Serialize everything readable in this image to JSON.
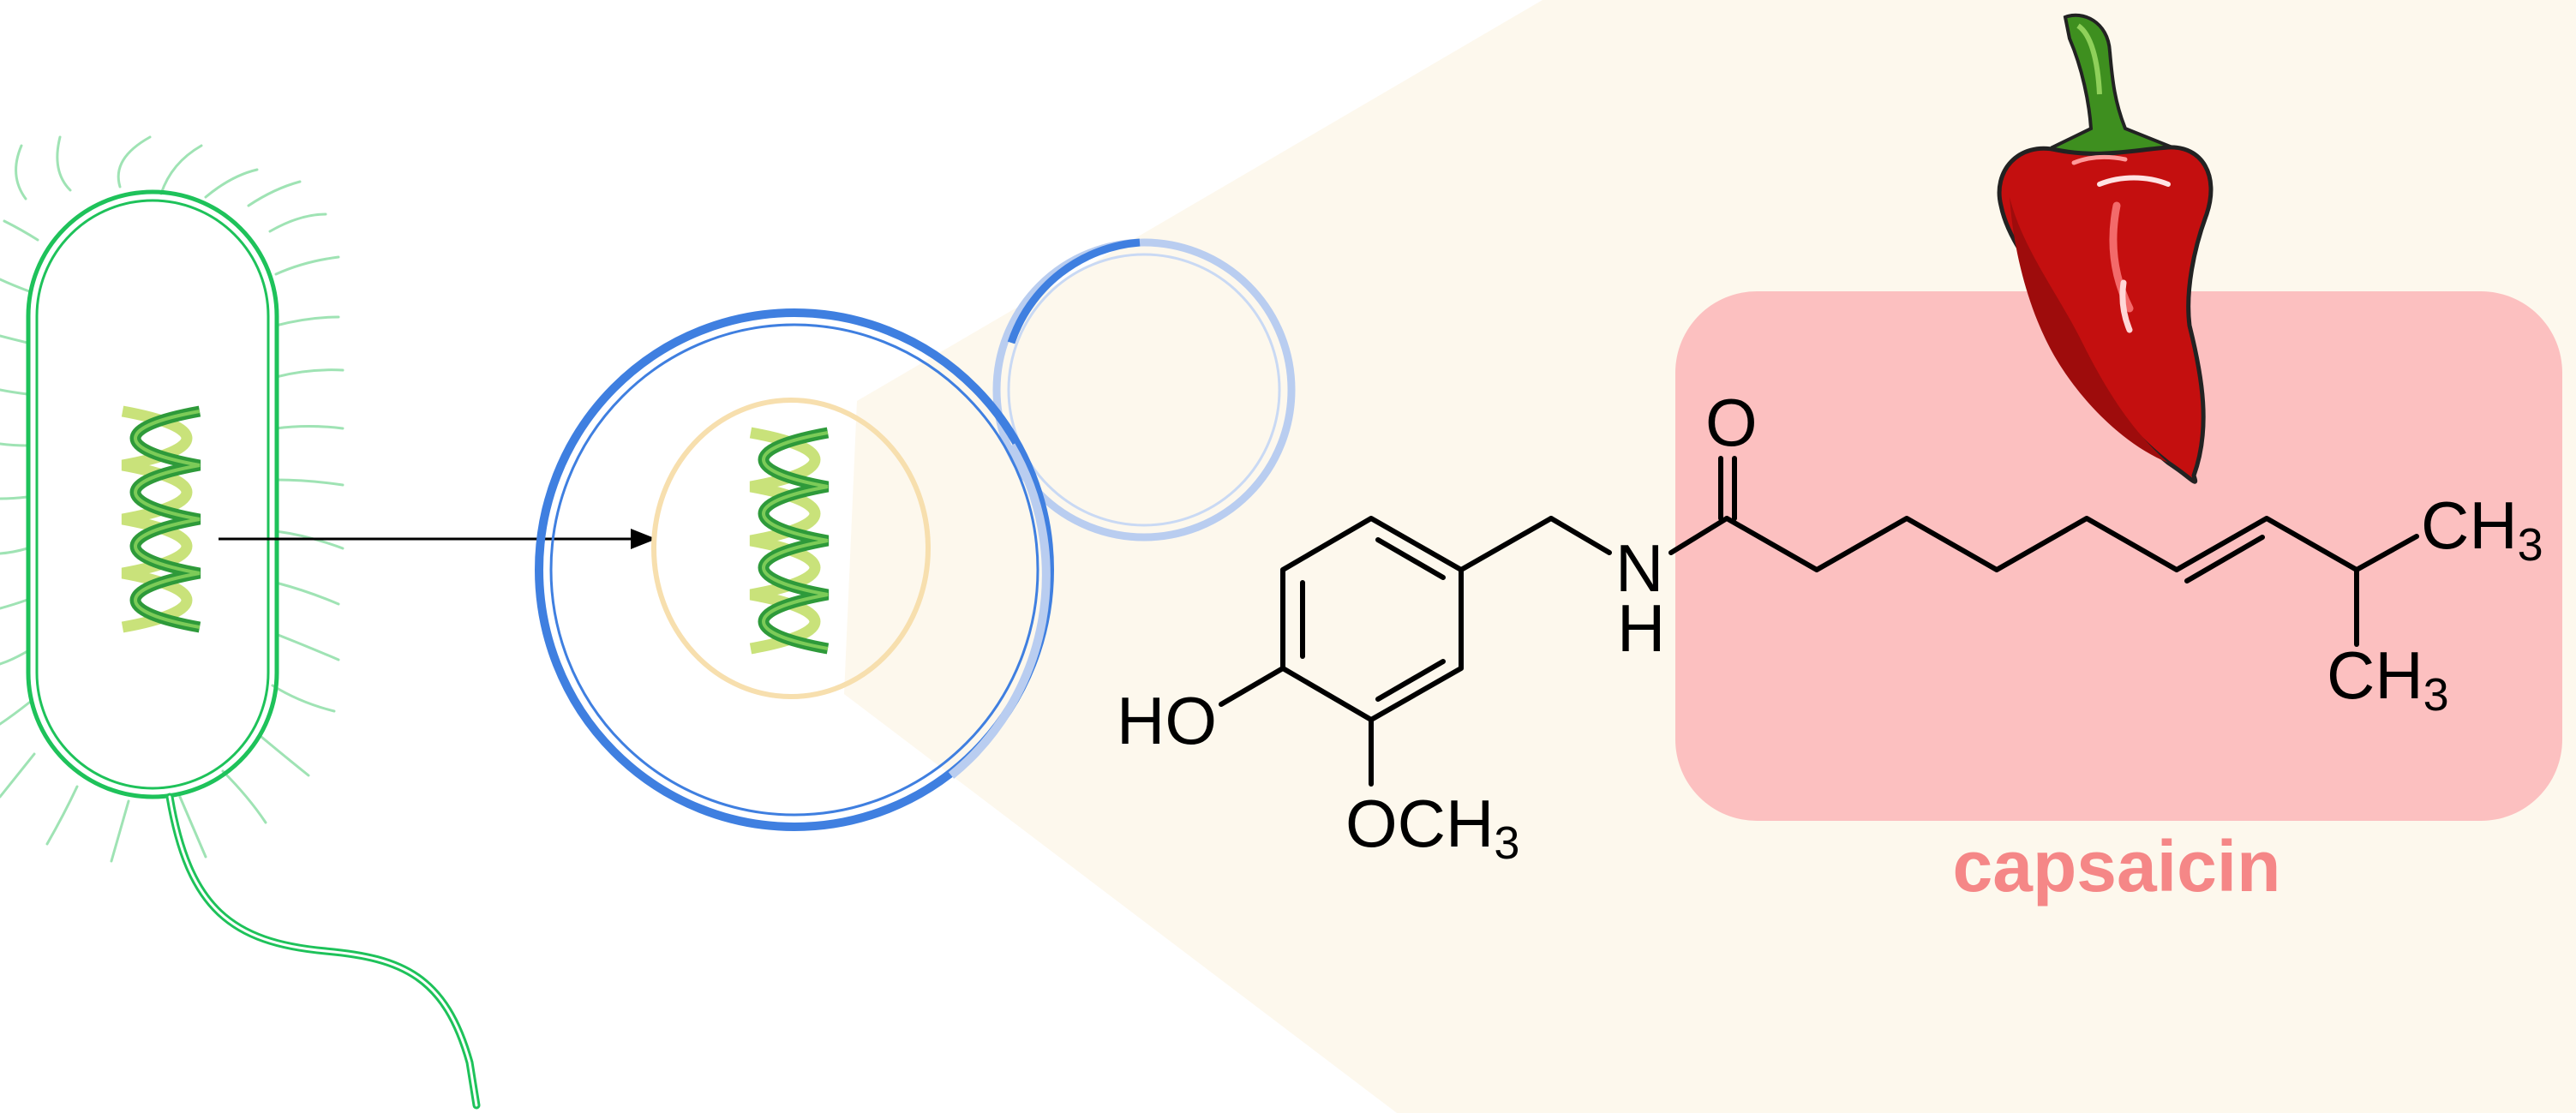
{
  "colors": {
    "bacterium": "#1ec25a",
    "bacterium_pale": "#9fe3b4",
    "dna_dark": "#2e9a3a",
    "dna_light": "#c9e27a",
    "cell_wall": "#3f7fe0",
    "cell_wall_pale": "#b9cdf0",
    "nucleus": "#f7dfae",
    "zoom_cone": "#fdf8ed",
    "highlight_box": "#fcc0c0",
    "caption": "#f58787",
    "pepper_red": "#c40f0f",
    "pepper_stem": "#3e8f1f"
  },
  "icons": {
    "bacterium": "rod-bacterium-icon",
    "dna": "dna-helix-icon",
    "yeast": "budding-yeast-cell-icon",
    "pepper": "chili-pepper-icon",
    "arrow": "right-arrow-icon"
  },
  "molecule": {
    "carbonyl_o": "O",
    "amide_n": "N",
    "amide_h": "H",
    "hydroxyl": "HO",
    "methoxy_prefix": "OCH",
    "methyl_prefix": "CH",
    "subscript": "3"
  },
  "caption": "capsaicin"
}
